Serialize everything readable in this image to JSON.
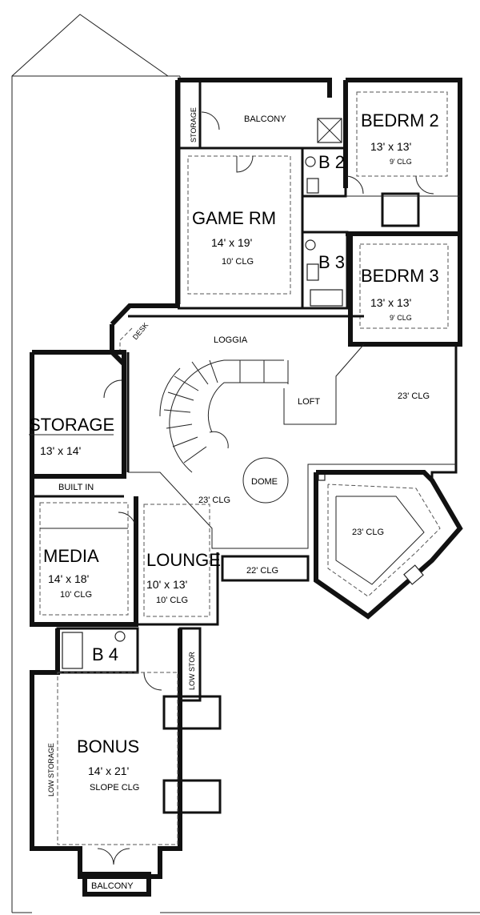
{
  "rooms": {
    "storage_top": "STORAGE",
    "balcony_top": "BALCONY",
    "b2": "B 2",
    "b3": "B 3",
    "bedrm2": {
      "name": "BEDRM 2",
      "size": "13' x 13'",
      "clg": "9' CLG"
    },
    "game_rm": {
      "name": "GAME RM",
      "size": "14' x 19'",
      "clg": "10' CLG"
    },
    "bedrm3": {
      "name": "BEDRM 3",
      "size": "13' x 13'",
      "clg": "9' CLG"
    },
    "desk": "DESK",
    "loggia": "LOGGIA",
    "loft": "LOFT",
    "clg_right": "23' CLG",
    "storage": {
      "name": "STORAGE",
      "size": "13' x 14'"
    },
    "built_in": "BUILT IN",
    "dome": "DOME",
    "clg_center": "23' CLG",
    "clg_bay": "23' CLG",
    "media": {
      "name": "MEDIA",
      "size": "14' x 18'",
      "clg": "10' CLG"
    },
    "lounge": {
      "name": "LOUNGE",
      "size": "10' x 13'",
      "clg": "10' CLG"
    },
    "clg_22": "22' CLG",
    "b4": "B 4",
    "low_stor": "LOW STOR",
    "low_storage": "LOW STORAGE",
    "bonus": {
      "name": "BONUS",
      "size": "14' x 21'",
      "clg": "SLOPE CLG"
    },
    "balcony_bottom": "BALCONY"
  }
}
